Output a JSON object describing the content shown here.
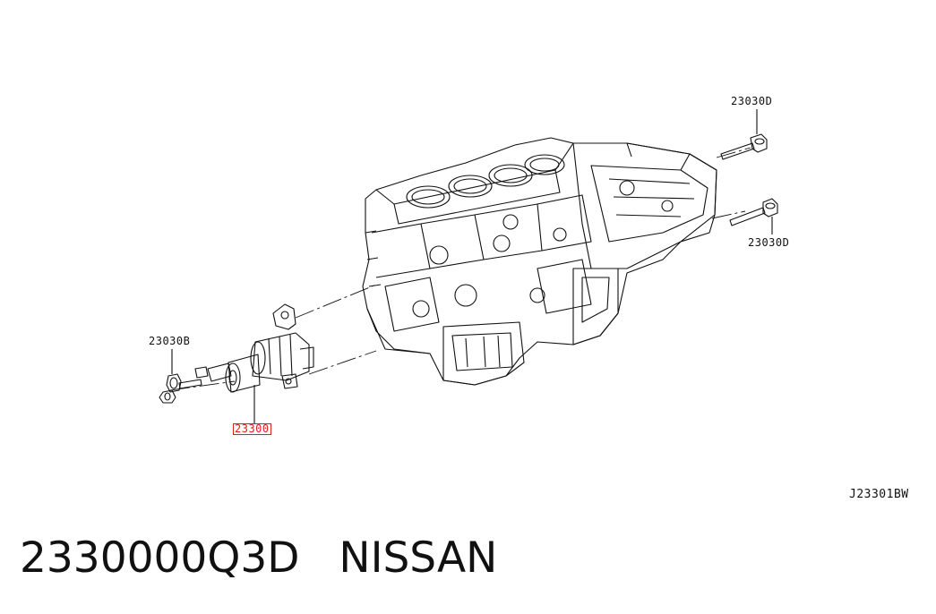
{
  "callouts": {
    "bolt_top": "23030D",
    "bolt_right": "23030D",
    "bolt_left": "23030B",
    "starter": "23300"
  },
  "reference_code": "J23301BW",
  "caption": {
    "part_number": "2330000Q3D",
    "brand": "NISSAN"
  },
  "colors": {
    "line": "#111111",
    "highlight": "#e0201c"
  }
}
